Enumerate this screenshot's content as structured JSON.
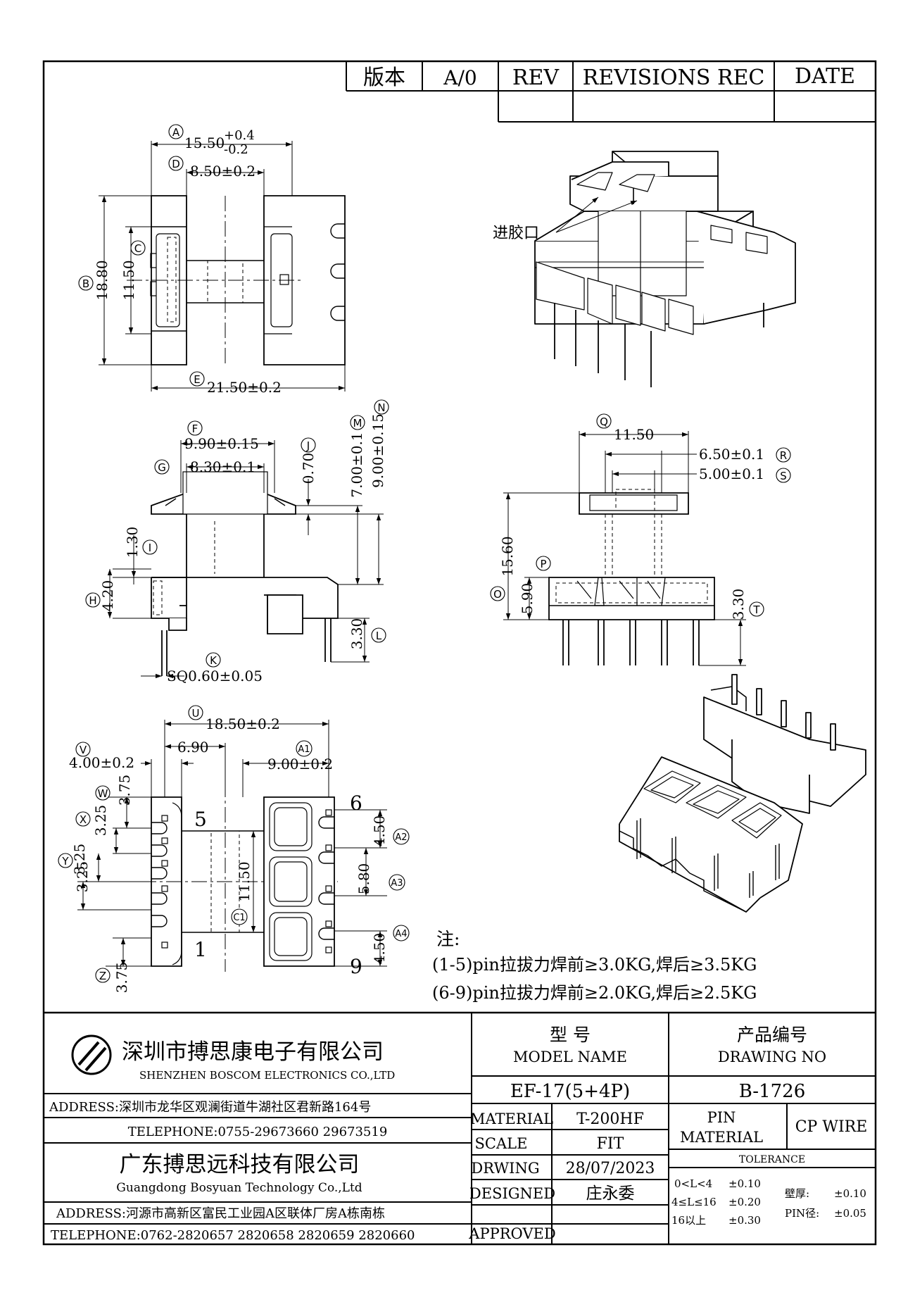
{
  "revision_table": {
    "version_label": "版本",
    "version_value": "A/0",
    "rev_label": "REV",
    "revisions_label": "REVISIONS REC",
    "date_label": "DATE"
  },
  "top_view": {
    "dim_a": "15.50",
    "dim_a_tol_plus": "+0.4",
    "dim_a_tol_minus": "-0.2",
    "dim_d": "8.50±0.2",
    "dim_b": "18.80",
    "dim_c": "11.50",
    "dim_e": "21.50±0.2",
    "labels": {
      "a": "A",
      "b": "B",
      "c": "C",
      "d": "D",
      "e": "E"
    }
  },
  "iso_top": {
    "gate_label": "进胶口"
  },
  "side_view": {
    "dim_f": "9.90±0.15",
    "dim_g": "8.30±0.1",
    "dim_j": "0.70",
    "dim_m": "7.00±0.1",
    "dim_n": "9.00±0.15",
    "dim_i": "1.30",
    "dim_h": "4.20",
    "dim_l": "3.30",
    "dim_k": "SQ0.60±0.05",
    "labels": {
      "f": "F",
      "g": "G",
      "j": "J",
      "m": "M",
      "n": "N",
      "i": "I",
      "h": "H",
      "l": "L",
      "k": "K"
    }
  },
  "front_view": {
    "dim_q": "11.50",
    "dim_r": "6.50±0.1",
    "dim_s": "5.00±0.1",
    "dim_o": "15.60",
    "dim_p": "5.90",
    "dim_t": "3.30",
    "labels": {
      "q": "Q",
      "r": "R",
      "s": "S",
      "o": "O",
      "p": "P",
      "t": "T"
    }
  },
  "bottom_view": {
    "dim_u": "18.50±0.2",
    "dim_v": "4.00±0.2",
    "dim_690": "6.90",
    "dim_a1": "9.00±0.2",
    "dim_w": "3.75",
    "dim_x": "3.25",
    "dim_y": "3.25",
    "dim_z": "3.75",
    "dim_c1": "11.50",
    "dim_a2": "4.50",
    "dim_a3": "5.80",
    "dim_a4": "4.50",
    "pin_5": "5",
    "pin_1": "1",
    "pin_6": "6",
    "pin_9": "9",
    "labels": {
      "u": "U",
      "v": "V",
      "w": "W",
      "x": "X",
      "y": "Y",
      "z": "Z",
      "a1": "A1",
      "c1": "C1",
      "a2": "A2",
      "a3": "A3",
      "a4": "A4"
    }
  },
  "notes": {
    "title": "注:",
    "line1": "(1-5)pin拉拔力焊前≥3.0KG,焊后≥3.5KG",
    "line2": "(6-9)pin拉拔力焊前≥2.0KG,焊后≥2.5KG"
  },
  "title_block": {
    "company1_cn": "深圳市搏思康电子有限公司",
    "company1_en": "SHENZHEN BOSCOM ELECTRONICS CO.,LTD",
    "address1": "ADDRESS:深圳市龙华区观澜街道牛湖社区君新路164号",
    "telephone1": "TELEPHONE:0755-29673660 29673519",
    "company2_cn": "广东搏思远科技有限公司",
    "company2_en": "Guangdong Bosyuan Technology Co.,Ltd",
    "address2": "ADDRESS:河源市高新区富民工业园A区联体厂房A栋南栋",
    "telephone2": "TELEPHONE:0762-2820657 2820658 2820659 2820660",
    "model_name_cn": "型 号",
    "model_name_en": "MODEL NAME",
    "model_value": "EF-17(5+4P)",
    "drawing_no_cn": "产品编号",
    "drawing_no_en": "DRAWING NO",
    "drawing_no_value": "B-1726",
    "material_label": "MATERIAL",
    "material_value": "T-200HF",
    "pin_label_1": "PIN",
    "pin_label_2": "MATERIAL",
    "pin_material_value": "CP WIRE",
    "scale_label": "SCALE",
    "scale_value": "FIT",
    "tolerance_label": "TOLERANCE",
    "drwing_label": "DRWING",
    "drwing_value": "28/07/2023",
    "designed_label": "DESIGNED",
    "designed_value": "庄永委",
    "approved_label": "APPROVED",
    "tol1_range": "0<L<4",
    "tol1_value": "±0.10",
    "tol2_range": "4≤L≤16",
    "tol2_value": "±0.20",
    "tol3_range": "16以上",
    "tol3_value": "±0.30",
    "wall_label": "壁厚:",
    "wall_value": "±0.10",
    "pin_dia_label": "PIN径:",
    "pin_dia_value": "±0.05"
  }
}
